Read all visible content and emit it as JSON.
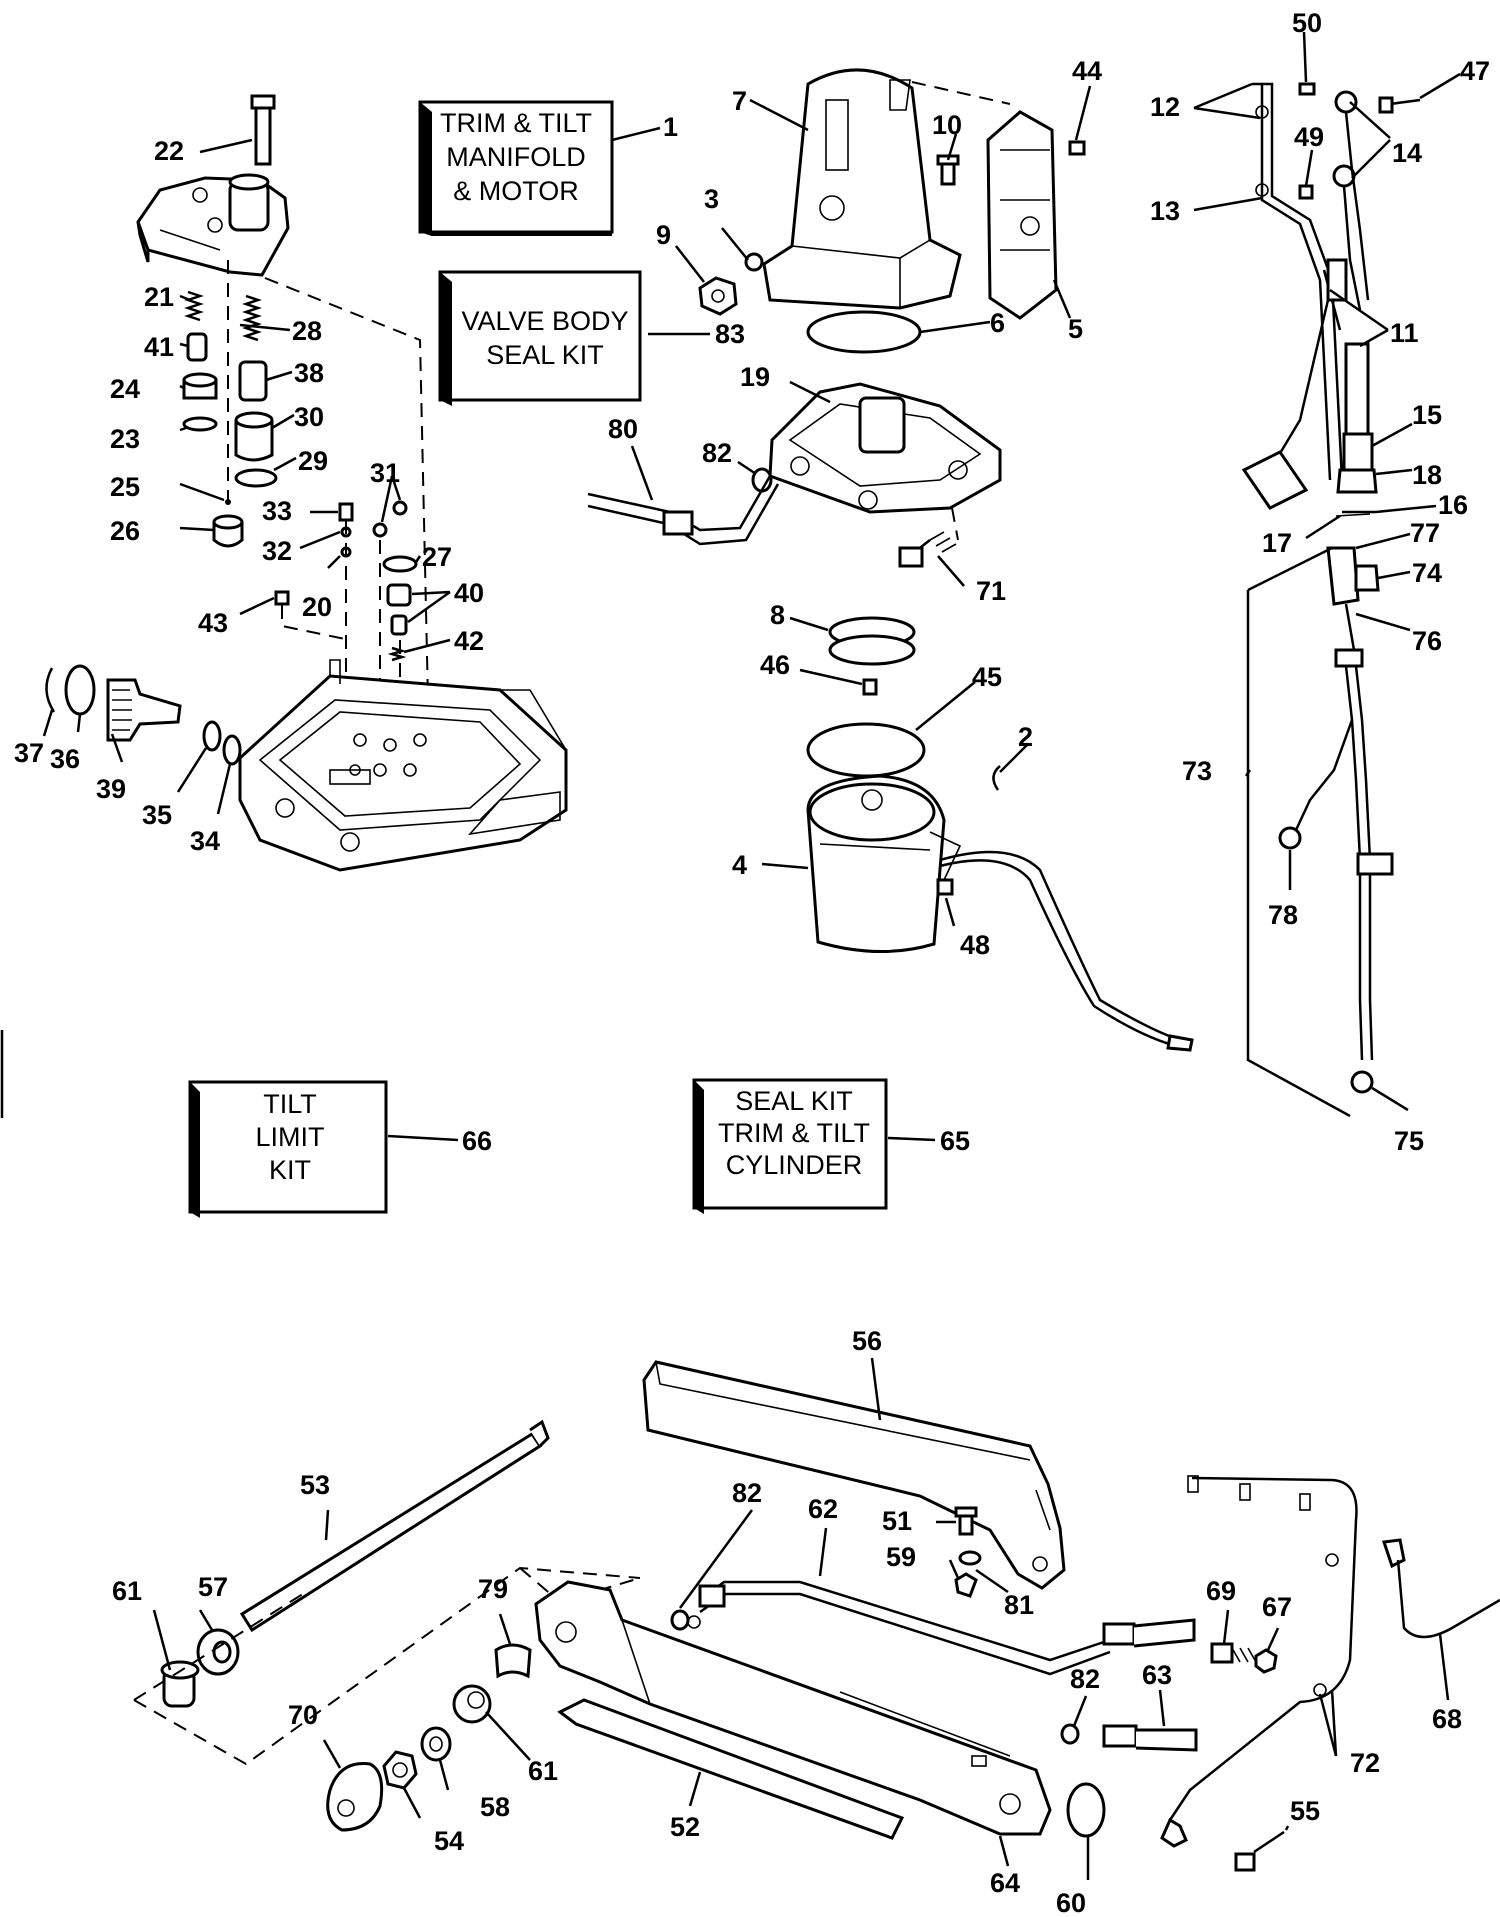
{
  "kits": [
    {
      "id": "trim-tilt-manifold-motor",
      "lines": [
        "TRIM & TILT",
        "MANIFOLD",
        "& MOTOR"
      ],
      "ref": "1"
    },
    {
      "id": "valve-body-seal-kit",
      "lines": [
        "VALVE BODY",
        "SEAL KIT"
      ],
      "ref": "83"
    },
    {
      "id": "tilt-limit-kit",
      "lines": [
        "TILT",
        "LIMIT",
        "KIT"
      ],
      "ref": "66"
    },
    {
      "id": "seal-kit-trim-tilt-cylinder",
      "lines": [
        "SEAL KIT",
        "TRIM & TILT",
        "CYLINDER"
      ],
      "ref": "65"
    }
  ],
  "labels": [
    "2",
    "3",
    "4",
    "5",
    "6",
    "7",
    "8",
    "9",
    "10",
    "11",
    "12",
    "13",
    "14",
    "15",
    "16",
    "17",
    "18",
    "19",
    "20",
    "21",
    "22",
    "23",
    "24",
    "25",
    "26",
    "27",
    "28",
    "29",
    "30",
    "31",
    "32",
    "33",
    "34",
    "35",
    "36",
    "37",
    "38",
    "39",
    "40",
    "41",
    "42",
    "43",
    "44",
    "45",
    "46",
    "47",
    "48",
    "49",
    "50",
    "51",
    "52",
    "53",
    "54",
    "55",
    "56",
    "57",
    "58",
    "59",
    "60",
    "61",
    "61",
    "62",
    "63",
    "64",
    "67",
    "68",
    "69",
    "70",
    "71",
    "72",
    "73",
    "74",
    "75",
    "76",
    "77",
    "78",
    "79",
    "80",
    "81",
    "82",
    "82",
    "82"
  ]
}
